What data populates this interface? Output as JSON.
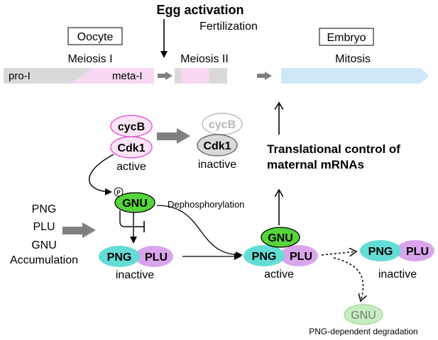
{
  "title": "Egg activation",
  "fertilization": "Fertilization",
  "stages": {
    "oocyte": "Oocyte",
    "embryo": "Embryo",
    "meiosis1": "Meiosis I",
    "meiosis2": "Meiosis II",
    "mitosis": "Mitosis",
    "pro1": "pro-I",
    "meta1": "meta-I"
  },
  "cdk_active": {
    "cycb": "cycB",
    "cdk1": "Cdk1",
    "state": "active"
  },
  "cdk_inactive": {
    "cycb": "cycB",
    "cdk1": "Cdk1",
    "state": "inactive"
  },
  "translational_control": {
    "line1": "Translational control of",
    "line2": "maternal mRNAs"
  },
  "phospho": "P",
  "gnu": "GNU",
  "dephosphorylation": "Dephosphorylation",
  "accumulation": {
    "png": "PNG",
    "plu": "PLU",
    "gnu": "GNU",
    "label": "Accumulation"
  },
  "complex_inactive": {
    "png": "PNG",
    "plu": "PLU",
    "state": "inactive"
  },
  "complex_active": {
    "gnu": "GNU",
    "png": "PNG",
    "plu": "PLU",
    "state": "active"
  },
  "complex_right": {
    "png": "PNG",
    "plu": "PLU",
    "state": "inactive"
  },
  "degraded": {
    "gnu": "GNU",
    "label": "PNG-dependent degradation"
  },
  "colors": {
    "pink_fill": "#f7d7f1",
    "pink_stroke": "#e05fd1",
    "gray_bar": "#d9d9d9",
    "mitosis_fill": "#cde9f8",
    "gnu_green": "#55d63a",
    "gnu_faded": "#c8edc2",
    "png_teal": "#63ddd5",
    "plu_purple": "#d9a4ec",
    "arrow_gray": "#808080"
  }
}
